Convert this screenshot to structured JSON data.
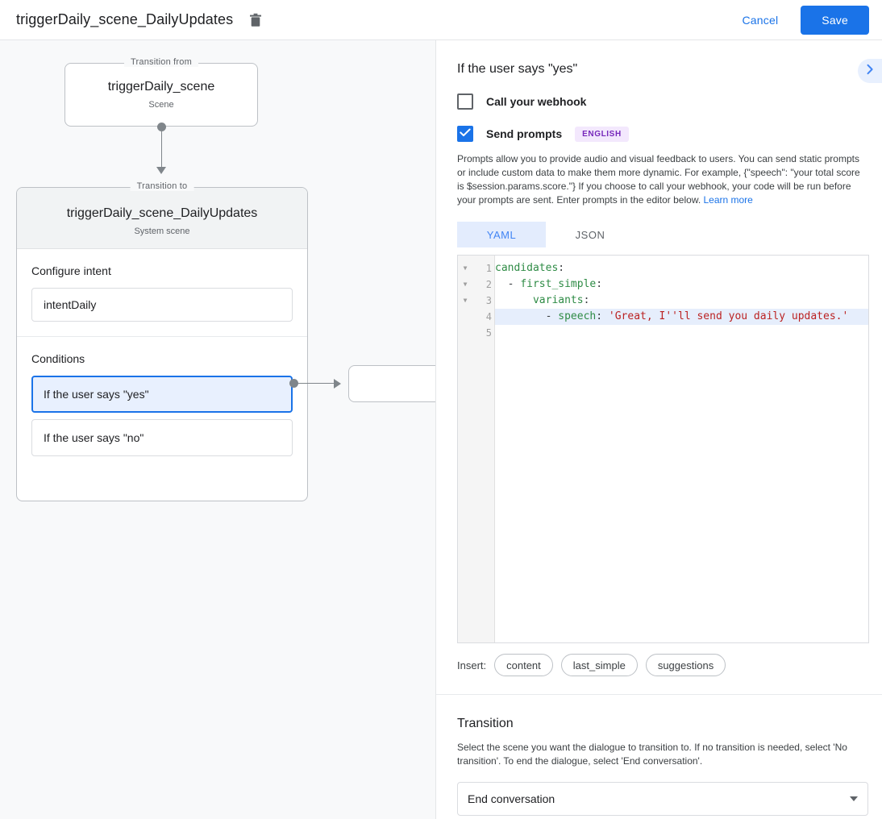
{
  "topbar": {
    "title": "triggerDaily_scene_DailyUpdates",
    "delete_icon": "trash-icon",
    "cancel_label": "Cancel",
    "save_label": "Save",
    "save_bg": "#1a73e8",
    "cancel_color": "#1a73e8"
  },
  "canvas": {
    "transition_from": {
      "legend": "Transition from",
      "title": "triggerDaily_scene",
      "subtitle": "Scene"
    },
    "transition_to": {
      "legend": "Transition to",
      "title": "triggerDaily_scene_DailyUpdates",
      "subtitle": "System scene"
    },
    "configure_intent": {
      "label": "Configure intent",
      "value": "intentDaily"
    },
    "conditions": {
      "label": "Conditions",
      "items": [
        {
          "label": "If the user says \"yes\"",
          "selected": true
        },
        {
          "label": "If the user says \"no\"",
          "selected": false
        }
      ]
    }
  },
  "panel": {
    "title": "If the user says \"yes\"",
    "expand_icon": "chevron-right-icon",
    "webhook": {
      "label": "Call your webhook",
      "checked": false
    },
    "prompts": {
      "label": "Send prompts",
      "checked": true,
      "badge": "ENGLISH",
      "badge_bg": "#f3e8fd",
      "badge_color": "#7627bb",
      "help_text": "Prompts allow you to provide audio and visual feedback to users. You can send static prompts or include custom data to make them more dynamic. For example, {\"speech\": \"your total score is $session.params.score.\"} If you choose to call your webhook, your code will be run before your prompts are sent. Enter prompts in the editor below. ",
      "help_link": "Learn more"
    },
    "tabs": [
      {
        "label": "YAML",
        "active": true
      },
      {
        "label": "JSON",
        "active": false
      }
    ],
    "editor": {
      "lines": [
        {
          "num": "1",
          "fold": "▼",
          "highlight": false,
          "tokens": [
            {
              "t": "candidates",
              "c": "k"
            },
            {
              "t": ":",
              "c": "p"
            }
          ]
        },
        {
          "num": "2",
          "fold": "▼",
          "highlight": false,
          "tokens": [
            {
              "t": "  - ",
              "c": "p"
            },
            {
              "t": "first_simple",
              "c": "k"
            },
            {
              "t": ":",
              "c": "p"
            }
          ]
        },
        {
          "num": "3",
          "fold": "▼",
          "highlight": false,
          "tokens": [
            {
              "t": "      ",
              "c": "p"
            },
            {
              "t": "variants",
              "c": "k"
            },
            {
              "t": ":",
              "c": "p"
            }
          ]
        },
        {
          "num": "4",
          "fold": "",
          "highlight": true,
          "tokens": [
            {
              "t": "        - ",
              "c": "p"
            },
            {
              "t": "speech",
              "c": "k"
            },
            {
              "t": ": ",
              "c": "p"
            },
            {
              "t": "'Great, I''ll send you daily updates.'",
              "c": "s"
            }
          ]
        },
        {
          "num": "5",
          "fold": "",
          "highlight": false,
          "tokens": []
        }
      ]
    },
    "insert": {
      "label": "Insert:",
      "chips": [
        "content",
        "last_simple",
        "suggestions"
      ]
    },
    "transition": {
      "title": "Transition",
      "description": "Select the scene you want the dialogue to transition to. If no transition is needed, select 'No transition'. To end the dialogue, select 'End conversation'.",
      "selected": "End conversation"
    }
  }
}
